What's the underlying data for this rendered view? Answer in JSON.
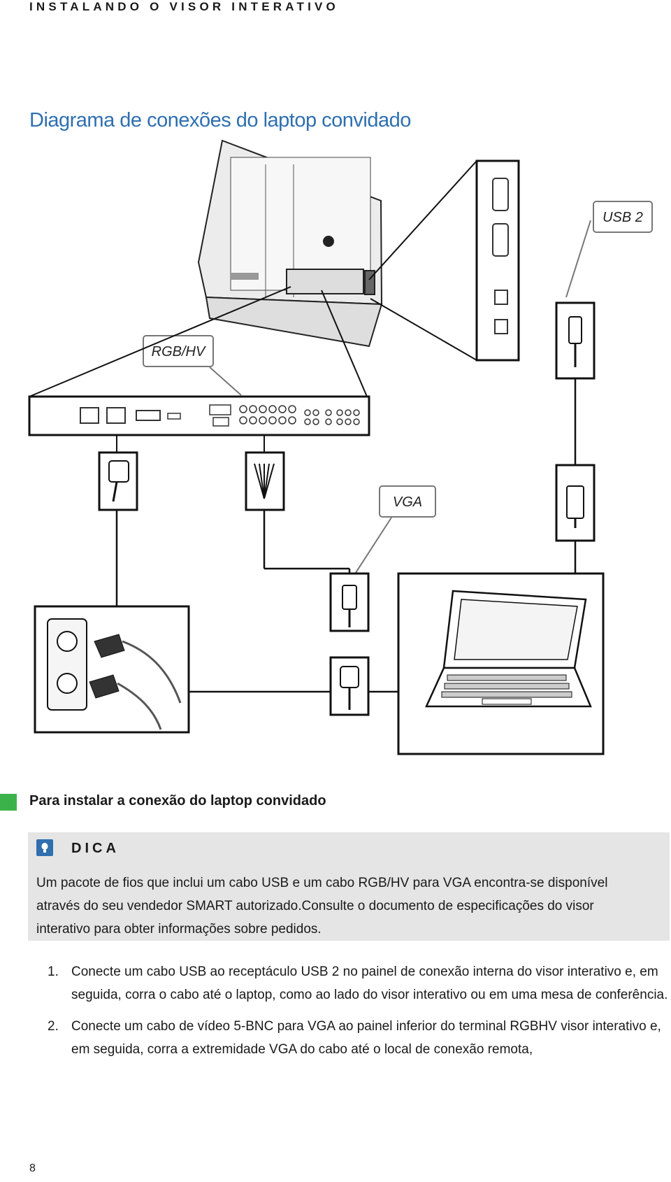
{
  "header": {
    "running_title": "INSTALANDO O VISOR INTERATIVO"
  },
  "title": "Diagrama de conexões do laptop convidado",
  "diagram": {
    "labels": {
      "usb": "USB 2",
      "rgbhv": "RGB/HV",
      "vga": "VGA"
    }
  },
  "section": {
    "heading": "Para instalar a conexão do laptop convidado"
  },
  "tip": {
    "label": "DICA",
    "text": "Um pacote de fios que inclui um cabo USB e um cabo RGB/HV para VGA encontra-se disponível através do seu vendedor SMART autorizado.Consulte o documento de especificações do visor interativo para obter informações sobre pedidos."
  },
  "steps": [
    {
      "num": "1.",
      "text": "Conecte um cabo USB ao receptáculo USB 2 no painel de conexão interna do visor interativo e, em seguida, corra o cabo até o laptop, como ao lado do visor interativo ou em uma mesa de conferência."
    },
    {
      "num": "2.",
      "text": "Conecte um cabo de vídeo 5-BNC para VGA ao painel inferior do terminal RGBHV visor interativo e, em seguida, corra a extremidade VGA do cabo até o local de conexão remota,"
    }
  ],
  "page_number": "8",
  "colors": {
    "title_blue": "#2f6fb0",
    "section_green": "#3cb34a",
    "tip_bg": "#e5e5e5"
  }
}
